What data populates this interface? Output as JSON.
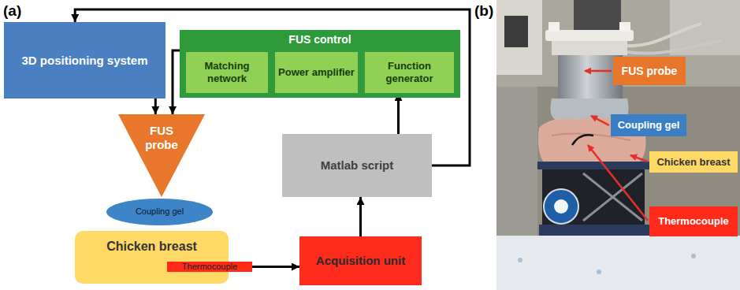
{
  "diagram": {
    "nodes": [
      {
        "text": [
          "3D positioning system"
        ]
      },
      {
        "text": [
          "FUS control"
        ]
      },
      {
        "text": [
          "Matching network"
        ],
        "in": 1
      },
      {
        "text": [
          "Power amplifier"
        ],
        "in": 1
      },
      {
        "text": [
          "Function generator"
        ],
        "in": 1
      },
      {
        "text": [
          "FUS probe"
        ]
      },
      {
        "text": [
          "Matlab script"
        ]
      },
      {
        "text": [
          "Coupling gel"
        ]
      },
      {
        "text": [
          "Chicken breast"
        ]
      },
      {
        "text": [
          "Thermocouple"
        ],
        "in": 8
      },
      {
        "text": [
          "Acquisition unit"
        ]
      },
      {
        "text": [
          "FUS probe"
        ]
      },
      {
        "text": [
          "Coupling gel"
        ]
      },
      {
        "text": [
          "Chicken breast"
        ]
      },
      {
        "text": [
          "Thermocouple"
        ]
      }
    ],
    "edges": [
      {
        "from": 6,
        "to": 0,
        "arrow": "to"
      },
      {
        "from": 0,
        "to": 5,
        "arrow": "to"
      },
      {
        "from": 1,
        "to": 5,
        "arrow": "to"
      },
      {
        "from": 6,
        "to": 4,
        "arrow": "to"
      },
      {
        "from": 9,
        "to": 10,
        "arrow": "to"
      },
      {
        "from": 10,
        "to": 6,
        "arrow": "to"
      }
    ],
    "labels": [
      "(a)",
      "(b)"
    ]
  }
}
